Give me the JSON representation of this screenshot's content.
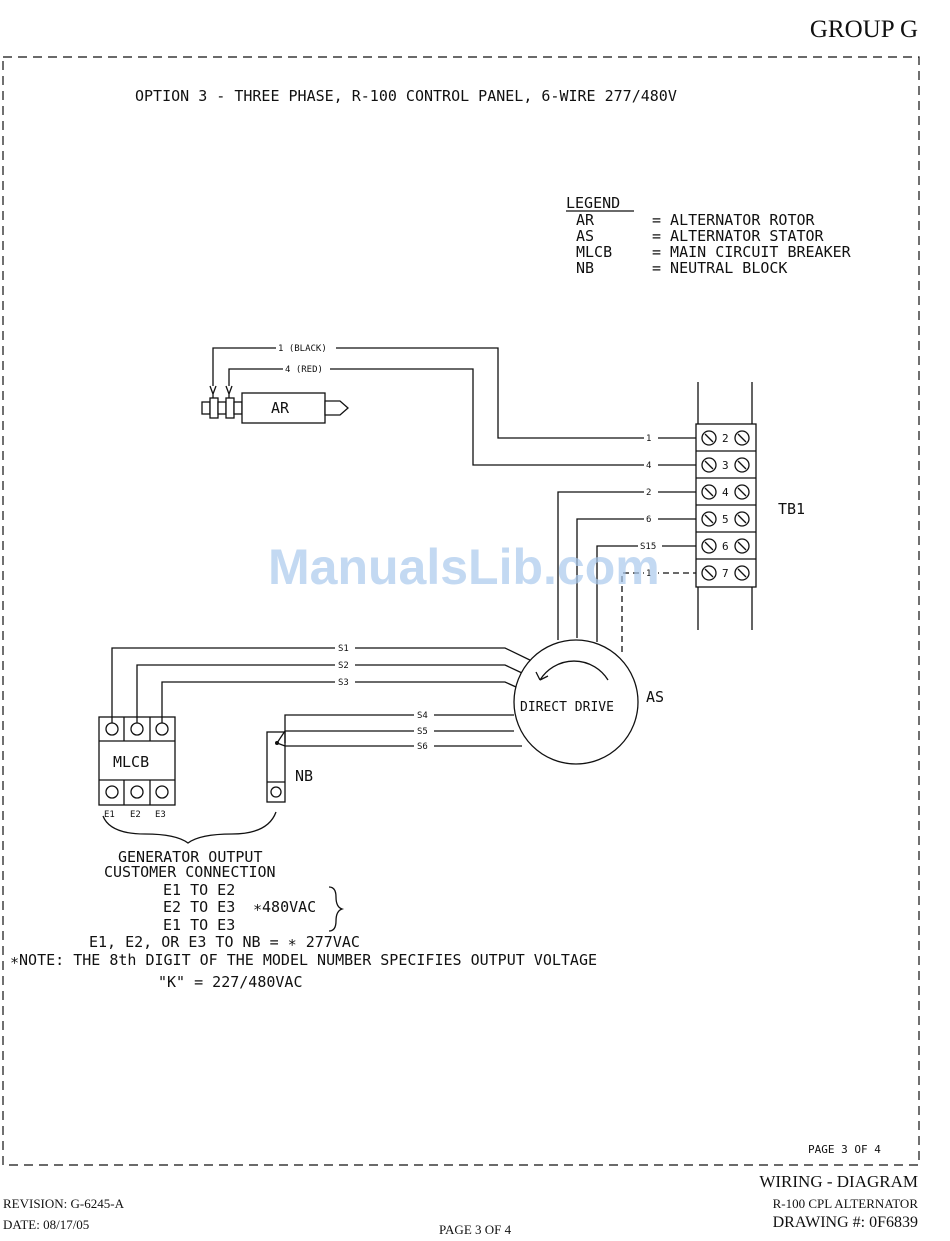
{
  "header": {
    "group": "GROUP G"
  },
  "title": "OPTION 3 - THREE PHASE, R-100 CONTROL PANEL, 6-WIRE 277/480V",
  "legend": {
    "heading": "LEGEND",
    "rows": [
      {
        "abbr": "AR",
        "desc": "= ALTERNATOR ROTOR"
      },
      {
        "abbr": "AS",
        "desc": "= ALTERNATOR STATOR"
      },
      {
        "abbr": "MLCB",
        "desc": "= MAIN CIRCUIT BREAKER"
      },
      {
        "abbr": "NB",
        "desc": "= NEUTRAL BLOCK"
      }
    ]
  },
  "rotor": {
    "label": "AR",
    "wire_black": "1 (BLACK)",
    "wire_red": "4 (RED)"
  },
  "terminal_block": {
    "label": "TB1",
    "terminals": [
      "2",
      "3",
      "4",
      "5",
      "6",
      "7"
    ],
    "wires": [
      "1",
      "4",
      "2",
      "6",
      "S15",
      "1"
    ]
  },
  "stator": {
    "center_label": "DIRECT DRIVE",
    "label": "AS",
    "leads": [
      "S1",
      "S2",
      "S3",
      "S4",
      "S5",
      "S6"
    ]
  },
  "breaker": {
    "label": "MLCB",
    "outputs": [
      "E1",
      "E2",
      "E3"
    ]
  },
  "neutral_block": {
    "label": "NB"
  },
  "notes": {
    "output_line1": "GENERATOR OUTPUT",
    "output_line2": "CUSTOMER CONNECTION",
    "pair1": "E1 TO E2",
    "pair2": "E2 TO E3",
    "pair_voltage": "∗480VAC",
    "pair3": "E1 TO E3",
    "neutral": "E1, E2, OR E3 TO NB = ∗ 277VAC",
    "note": "∗NOTE: THE 8th DIGIT OF THE MODEL NUMBER SPECIFIES OUTPUT VOLTAGE",
    "k_code": "\"K\" = 227/480VAC"
  },
  "page_inner": "PAGE 3 OF 4",
  "watermark": "ManualsLib.com",
  "footer": {
    "title": "WIRING - DIAGRAM",
    "subtitle": "R-100 CPL ALTERNATOR",
    "drawing": "DRAWING #: 0F6839",
    "revision": "REVISION: G-6245-A",
    "date": "DATE: 08/17/05",
    "page": "PAGE 3 OF 4"
  }
}
